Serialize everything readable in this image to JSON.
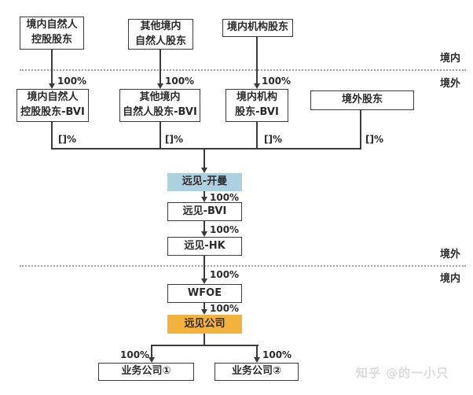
{
  "nodes": {
    "onshore_natural_controlling": "境内自然人\n控股股东",
    "other_onshore_natural": "其他境内\n自然人股东",
    "onshore_institutional": "境内机构股东",
    "onshore_natural_controlling_bvi": "境内自然人\n控股股东-BVI",
    "other_onshore_natural_bvi": "其他境内\n自然人股东-BVI",
    "onshore_institutional_bvi": "境内机构\n股东-BVI",
    "offshore_shareholders": "境外股东",
    "yuanjian_cayman": "远见-开曼",
    "yuanjian_bvi": "远见-BVI",
    "yuanjian_hk": "远见-HK",
    "wfoe": "WFOE",
    "yuanjian_company": "远见公司",
    "business_company_1": "业务公司①",
    "business_company_2": "业务公司②"
  },
  "edge_labels": {
    "full_ownership": "100%",
    "placeholder_ownership": "[]%"
  },
  "region_labels": {
    "divider_top": {
      "above": "境内",
      "below": "境外"
    },
    "divider_bottom": {
      "above": "境外",
      "below": "境内"
    }
  },
  "colors": {
    "cayman_highlight": "#add1de",
    "company_highlight": "#f3b23c",
    "line": "#3b3b3b",
    "text": "#2b2b2b",
    "divider": "#a3a3a3",
    "watermark_text": "#dadada"
  },
  "watermark": "知乎 @的一小只"
}
